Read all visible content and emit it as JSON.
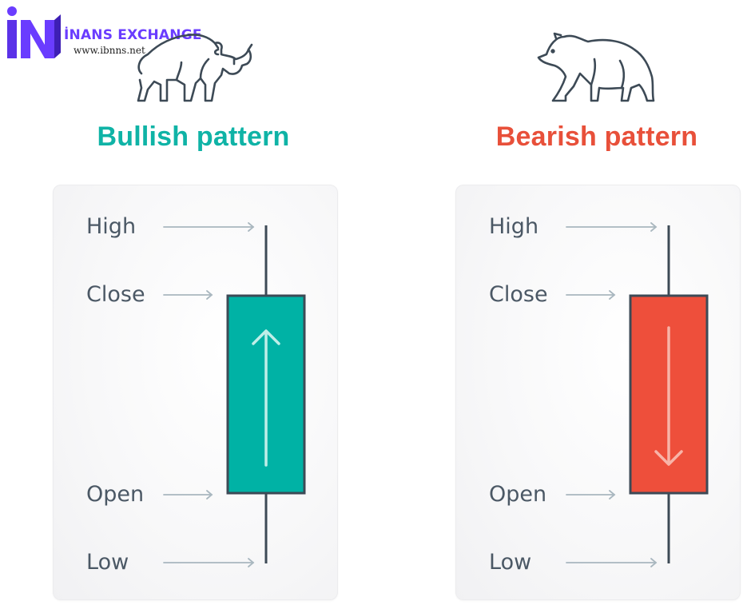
{
  "logo": {
    "text": "İNANS EXCHANGE",
    "url": "www.ibnns.net",
    "color": "#6a3cff"
  },
  "bullish": {
    "title": "Bullish pattern",
    "color": "#0fb3a6",
    "candle_color": "#00b2a5",
    "direction": "up",
    "animal_icon": "bull-icon",
    "labels": {
      "high": "High",
      "close": "Close",
      "open": "Open",
      "low": "Low"
    }
  },
  "bearish": {
    "title": "Bearish pattern",
    "color": "#e8503a",
    "candle_color": "#ee4f3b",
    "direction": "down",
    "animal_icon": "bear-icon",
    "labels": {
      "high": "High",
      "close": "Close",
      "open": "Open",
      "low": "Low"
    }
  },
  "colors": {
    "outline": "#3d4a56",
    "label_text": "#4b5865",
    "pointer_arrow": "#a9b7bf"
  }
}
